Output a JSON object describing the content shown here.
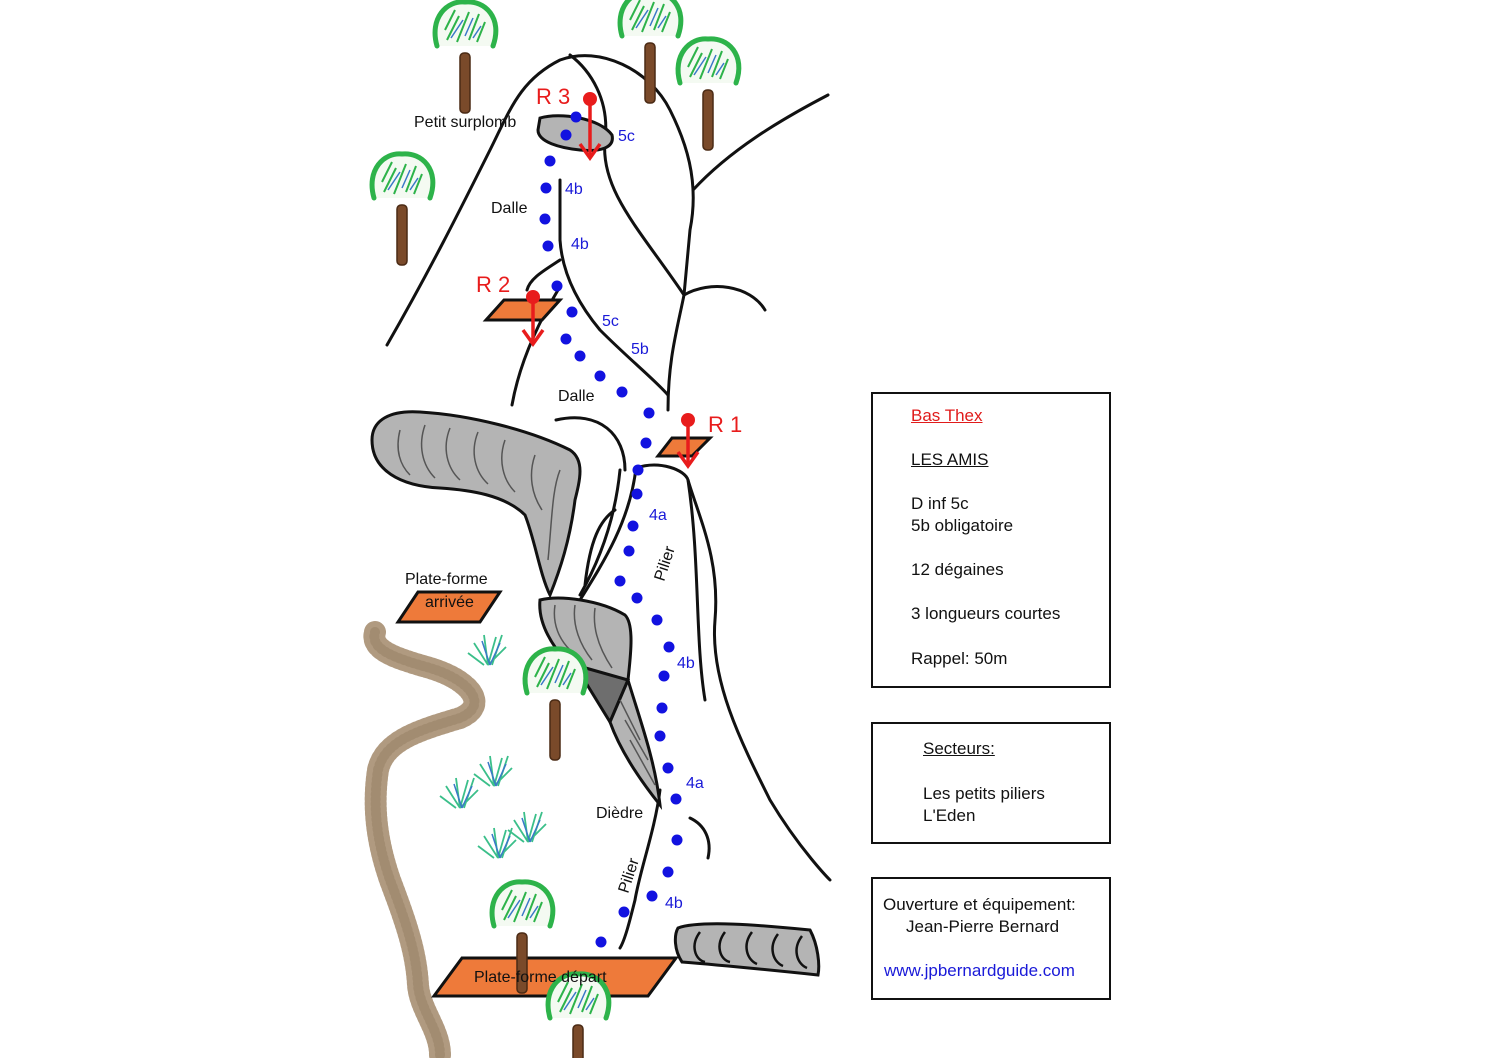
{
  "info": {
    "site": "Bas Thex",
    "route": "LES AMIS",
    "grade_line1": "D inf 5c",
    "grade_line2": "5b obligatoire",
    "quickdraws": "12 dégaines",
    "pitches": "3 longueurs courtes",
    "rappel": "Rappel: 50m"
  },
  "sectors": {
    "title": "Secteurs:",
    "items": [
      "Les petits piliers",
      "L'Eden"
    ]
  },
  "credits": {
    "line1": "Ouverture et équipement:",
    "line2": "Jean-Pierre Bernard",
    "website": "www.jpbernardguide.com"
  },
  "features": {
    "petit_surplomb": "Petit surplomb",
    "dalle_upper": "Dalle",
    "dalle_lower": "Dalle",
    "pilier_upper": "Pilier",
    "pilier_lower": "Pilier",
    "diedre": "Dièdre",
    "plateforme_arrivee_1": "Plate-forme",
    "plateforme_arrivee_2": "arrivée",
    "plateforme_depart": "Plate-forme départ"
  },
  "belays": {
    "r1": "R 1",
    "r2": "R 2",
    "r3": "R 3"
  },
  "grades": {
    "g1": "5c",
    "g2": "4b",
    "g3": "4b",
    "g4": "5c",
    "g5": "5b",
    "g6": "4a",
    "g7": "4b",
    "g8": "4a",
    "g9": "4b"
  },
  "colors": {
    "route_dots": "#1212e0",
    "belay_red": "#e81c1c",
    "platform_orange": "#ee7a3a",
    "rock_gray": "#b4b4b4",
    "rock_dark": "#6e6e6e",
    "tree_green": "#2db34a",
    "trunk_brown": "#7a4a2a",
    "path_tan": "#b09a80"
  }
}
